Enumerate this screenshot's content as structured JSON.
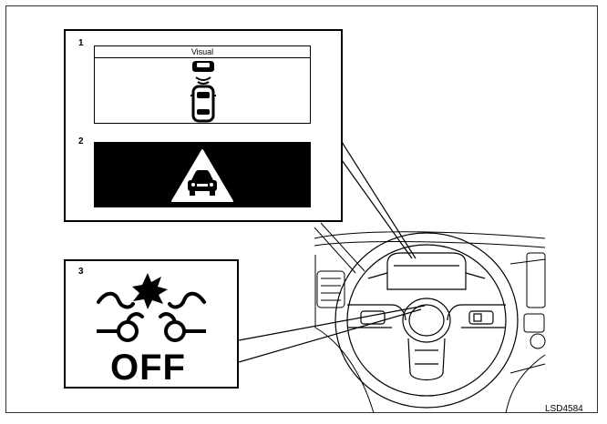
{
  "figure_id": "LSD4584",
  "panel1": {
    "number": "1",
    "label": "Visual",
    "icon": "vehicle-distance-sensing-icon"
  },
  "panel2": {
    "number": "2",
    "icon": "forward-collision-warning-triangle-icon",
    "background_color": "#000000"
  },
  "panel3": {
    "number": "3",
    "icon": "collision-avoidance-off-icon",
    "off_text": "OFF"
  },
  "dashboard": {
    "icon": "steering-wheel-dashboard-illustration"
  }
}
